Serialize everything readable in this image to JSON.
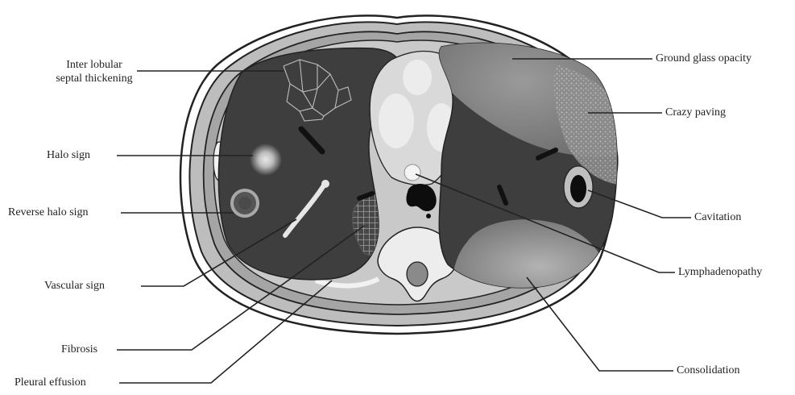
{
  "labels": {
    "interlobular": "Inter lobular",
    "septal": "septal thickening",
    "halo": "Halo sign",
    "reverse_halo": "Reverse halo sign",
    "vascular": "Vascular sign",
    "fibrosis": "Fibrosis",
    "pleural": "Pleural effusion",
    "ground_glass": "Ground glass opacity",
    "crazy_paving": "Crazy paving",
    "cavitation": "Cavitation",
    "lymphadenopathy": "Lymphadenopathy",
    "consolidation": "Consolidation"
  },
  "colors": {
    "outline": "#222222",
    "body_tissue": "#b9b9b9",
    "muscle": "#9a9a9a",
    "lung_dark": "#3e3e3e",
    "ground_glass": "#8f8f8f",
    "mediastinum": "#cfcfcf",
    "bone": "#ededed"
  }
}
